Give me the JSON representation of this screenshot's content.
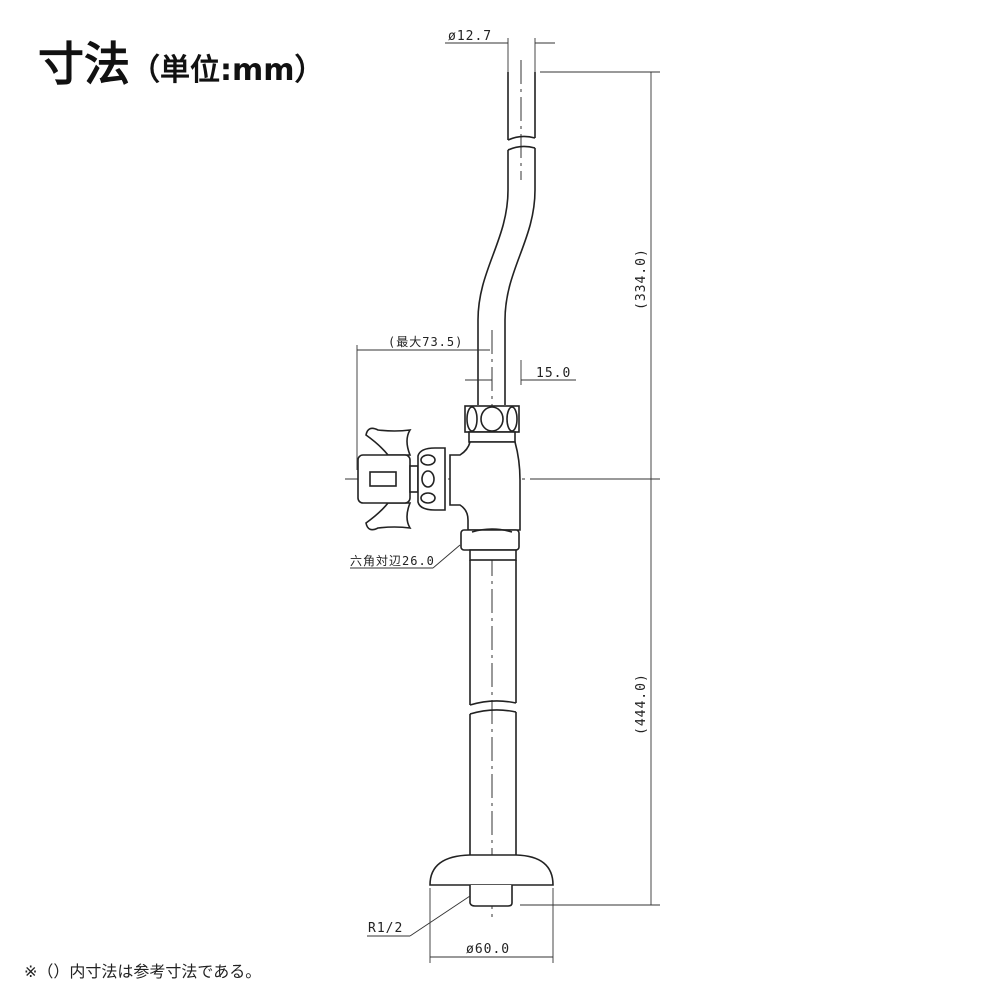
{
  "title": {
    "main": "寸法",
    "unit": "（単位:mm）"
  },
  "dimensions": {
    "pipe_diameter": "ø12.7",
    "upper_height": "(334.0)",
    "max_reach": "(最大73.5)",
    "offset": "15.0",
    "hex_across_flats": "六角対辺26.0",
    "lower_height": "(444.0)",
    "thread": "R1/2",
    "flange_diameter": "ø60.0"
  },
  "note": "※（）内寸法は参考寸法である。"
}
